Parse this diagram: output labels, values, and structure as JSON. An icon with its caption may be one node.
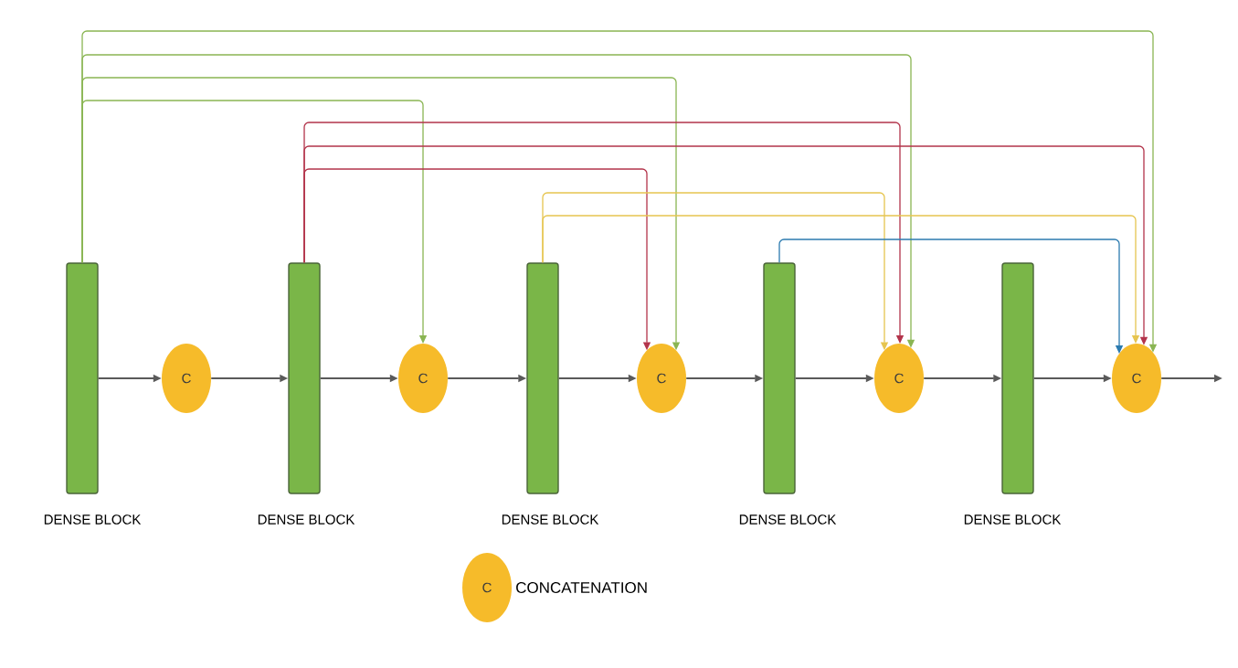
{
  "diagram": {
    "nodes": [
      {
        "text": [],
        "shape": "bar",
        "beside": [
          "DENSE BLOCK"
        ]
      },
      {
        "text": [
          "C"
        ]
      },
      {
        "text": [],
        "shape": "bar",
        "beside": [
          "DENSE BLOCK"
        ]
      },
      {
        "text": [
          "C"
        ]
      },
      {
        "text": [],
        "shape": "bar",
        "beside": [
          "DENSE BLOCK"
        ]
      },
      {
        "text": [
          "C"
        ]
      },
      {
        "text": [],
        "shape": "bar",
        "beside": [
          "DENSE BLOCK"
        ]
      },
      {
        "text": [
          "C"
        ]
      },
      {
        "text": [],
        "shape": "bar",
        "beside": [
          "DENSE BLOCK"
        ]
      },
      {
        "text": [
          "C"
        ]
      }
    ],
    "edges": [
      {
        "from": 0,
        "to": 1,
        "arrow": "to",
        "color": "#5a5a5a"
      },
      {
        "from": 1,
        "to": 2,
        "arrow": "to",
        "color": "#5a5a5a"
      },
      {
        "from": 2,
        "to": 3,
        "arrow": "to",
        "color": "#5a5a5a"
      },
      {
        "from": 3,
        "to": 4,
        "arrow": "to",
        "color": "#5a5a5a"
      },
      {
        "from": 4,
        "to": 5,
        "arrow": "to",
        "color": "#5a5a5a"
      },
      {
        "from": 5,
        "to": 6,
        "arrow": "to",
        "color": "#5a5a5a"
      },
      {
        "from": 6,
        "to": 7,
        "arrow": "to",
        "color": "#5a5a5a"
      },
      {
        "from": 7,
        "to": 8,
        "arrow": "to",
        "color": "#5a5a5a"
      },
      {
        "from": 8,
        "to": 9,
        "arrow": "to",
        "color": "#5a5a5a"
      },
      {
        "from": 9,
        "to": null,
        "arrow": "to",
        "color": "#5a5a5a"
      },
      {
        "from": 0,
        "to": 3,
        "arrow": "to",
        "color": "#8ab553"
      },
      {
        "from": 0,
        "to": 5,
        "arrow": "to",
        "color": "#8ab553"
      },
      {
        "from": 0,
        "to": 7,
        "arrow": "to",
        "color": "#8ab553"
      },
      {
        "from": 0,
        "to": 9,
        "arrow": "to",
        "color": "#8ab553"
      },
      {
        "from": 2,
        "to": 5,
        "arrow": "to",
        "color": "#b3344b"
      },
      {
        "from": 2,
        "to": 7,
        "arrow": "to",
        "color": "#b3344b"
      },
      {
        "from": 2,
        "to": 9,
        "arrow": "to",
        "color": "#b3344b"
      },
      {
        "from": 4,
        "to": 7,
        "arrow": "to",
        "color": "#e6c550"
      },
      {
        "from": 4,
        "to": 9,
        "arrow": "to",
        "color": "#e6c550"
      },
      {
        "from": 6,
        "to": 9,
        "arrow": "to",
        "color": "#2c7bb0"
      }
    ],
    "labels": [
      "C"
    ],
    "legend": [
      {
        "text": "CONCATENATION",
        "color": "#f6bb2a"
      }
    ]
  }
}
